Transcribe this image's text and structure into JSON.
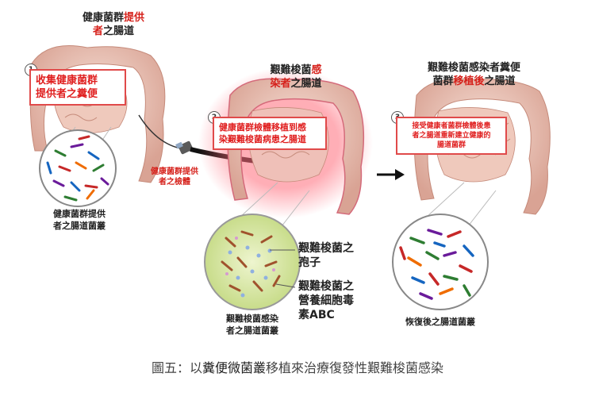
{
  "panel1": {
    "step_number": "1",
    "heading_line1": "健康菌群",
    "heading_emphasis": "提供",
    "heading_line2_emphasis": "者",
    "heading_line2_rest": "之腸道",
    "callout_line1": "收集健康菌群",
    "callout_line2": "提供者之糞便",
    "label_line1": "健康菌群提供",
    "label_line2": "者之腸道菌叢",
    "sample_label_line1": "健康菌群提供",
    "sample_label_line2": "者之檢體"
  },
  "panel2": {
    "step_number": "2",
    "heading_line1_rest": "艱難梭菌",
    "heading_line1_emphasis": "感",
    "heading_line2_emphasis": "染者",
    "heading_line2_rest": "之腸道",
    "callout_line1": "健康菌群檢體移植到感",
    "callout_line2": "染艱難梭菌病患之腸道",
    "spore_label_line1": "艱難梭菌之",
    "spore_label_line2": "孢子",
    "toxin_label_line1": "艱難梭菌之",
    "toxin_label_line2": "營養細胞毒",
    "toxin_label_line3": "素ABC",
    "label_line1": "艱難梭菌感染",
    "label_line2": "者之腸道菌叢"
  },
  "panel3": {
    "step_number": "3",
    "heading_line1": "艱難梭菌感染者糞便",
    "heading_line2_pre": "菌群",
    "heading_line2_emphasis": "移植後",
    "heading_line2_rest": "之腸道",
    "callout_line1": "接受健康者菌群檢體後患",
    "callout_line2": "者之腸道重新建立健康的",
    "callout_line3": "腸道菌群",
    "label": "恢復後之腸道菌叢"
  },
  "caption": {
    "prefix": "圖五：以",
    "emphasis": "糞便微菌叢",
    "suffix": "移植來治療復發性艱難梭菌感染"
  },
  "colors": {
    "accent_red": "#d6221c",
    "intestine_light": "#f2d0c4",
    "intestine_dark": "#d39a8a",
    "infected_glow": "#ff6b7a",
    "spore_green": "#c8dc8a"
  },
  "icons": [
    "intestine-illustration",
    "magnifier-circle",
    "specimen-tube-icon",
    "arrow-icon",
    "bacteria-icon"
  ]
}
